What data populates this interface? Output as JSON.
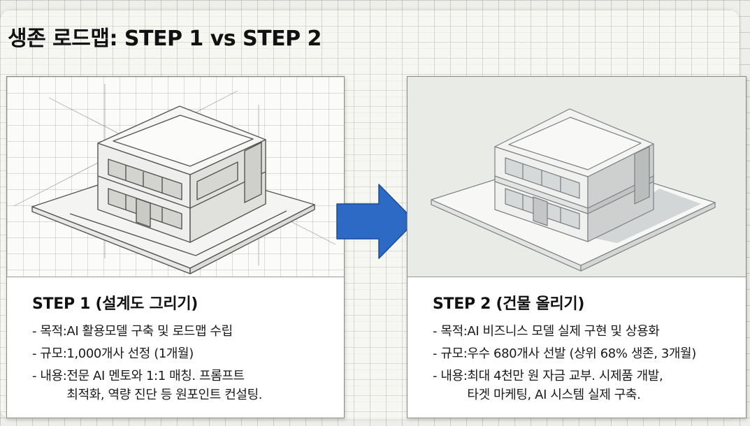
{
  "title": "생존 로드맵: STEP 1 vs STEP 2",
  "colors": {
    "arrow_fill": "#2d6ac5",
    "arrow_stroke": "#1b4b94",
    "sketch_stroke": "#555555",
    "render_stroke": "#7b7f83"
  },
  "steps": [
    {
      "illustration": "building-sketch-drawing",
      "title": "STEP 1 (설계도 그리기)",
      "items": [
        {
          "label": "- 목적: ",
          "text": "AI 활용모델 구축 및 로드맵 수립"
        },
        {
          "label": "- 규모: ",
          "text": "1,000개사 선정 (1개월)"
        },
        {
          "label": "- 내용: ",
          "text": "전문 AI 멘토와 1:1 매칭. 프롬프트\n최적화, 역량 진단 등 원포인트 컨설팅."
        }
      ]
    },
    {
      "illustration": "building-rendered-drawing",
      "title": "STEP 2 (건물 올리기)",
      "items": [
        {
          "label": "- 목적: ",
          "text": "AI 비즈니스 모델 실제 구현 및 상용화"
        },
        {
          "label": "- 규모: ",
          "text": "우수 680개사 선발 (상위 68% 생존, 3개월)"
        },
        {
          "label": "- 내용: ",
          "text": "최대 4천만 원 자금 교부. 시제품 개발,\n타겟 마케팅, AI 시스템 실제 구축."
        }
      ]
    }
  ],
  "arrow_icon": "right-arrow-icon"
}
